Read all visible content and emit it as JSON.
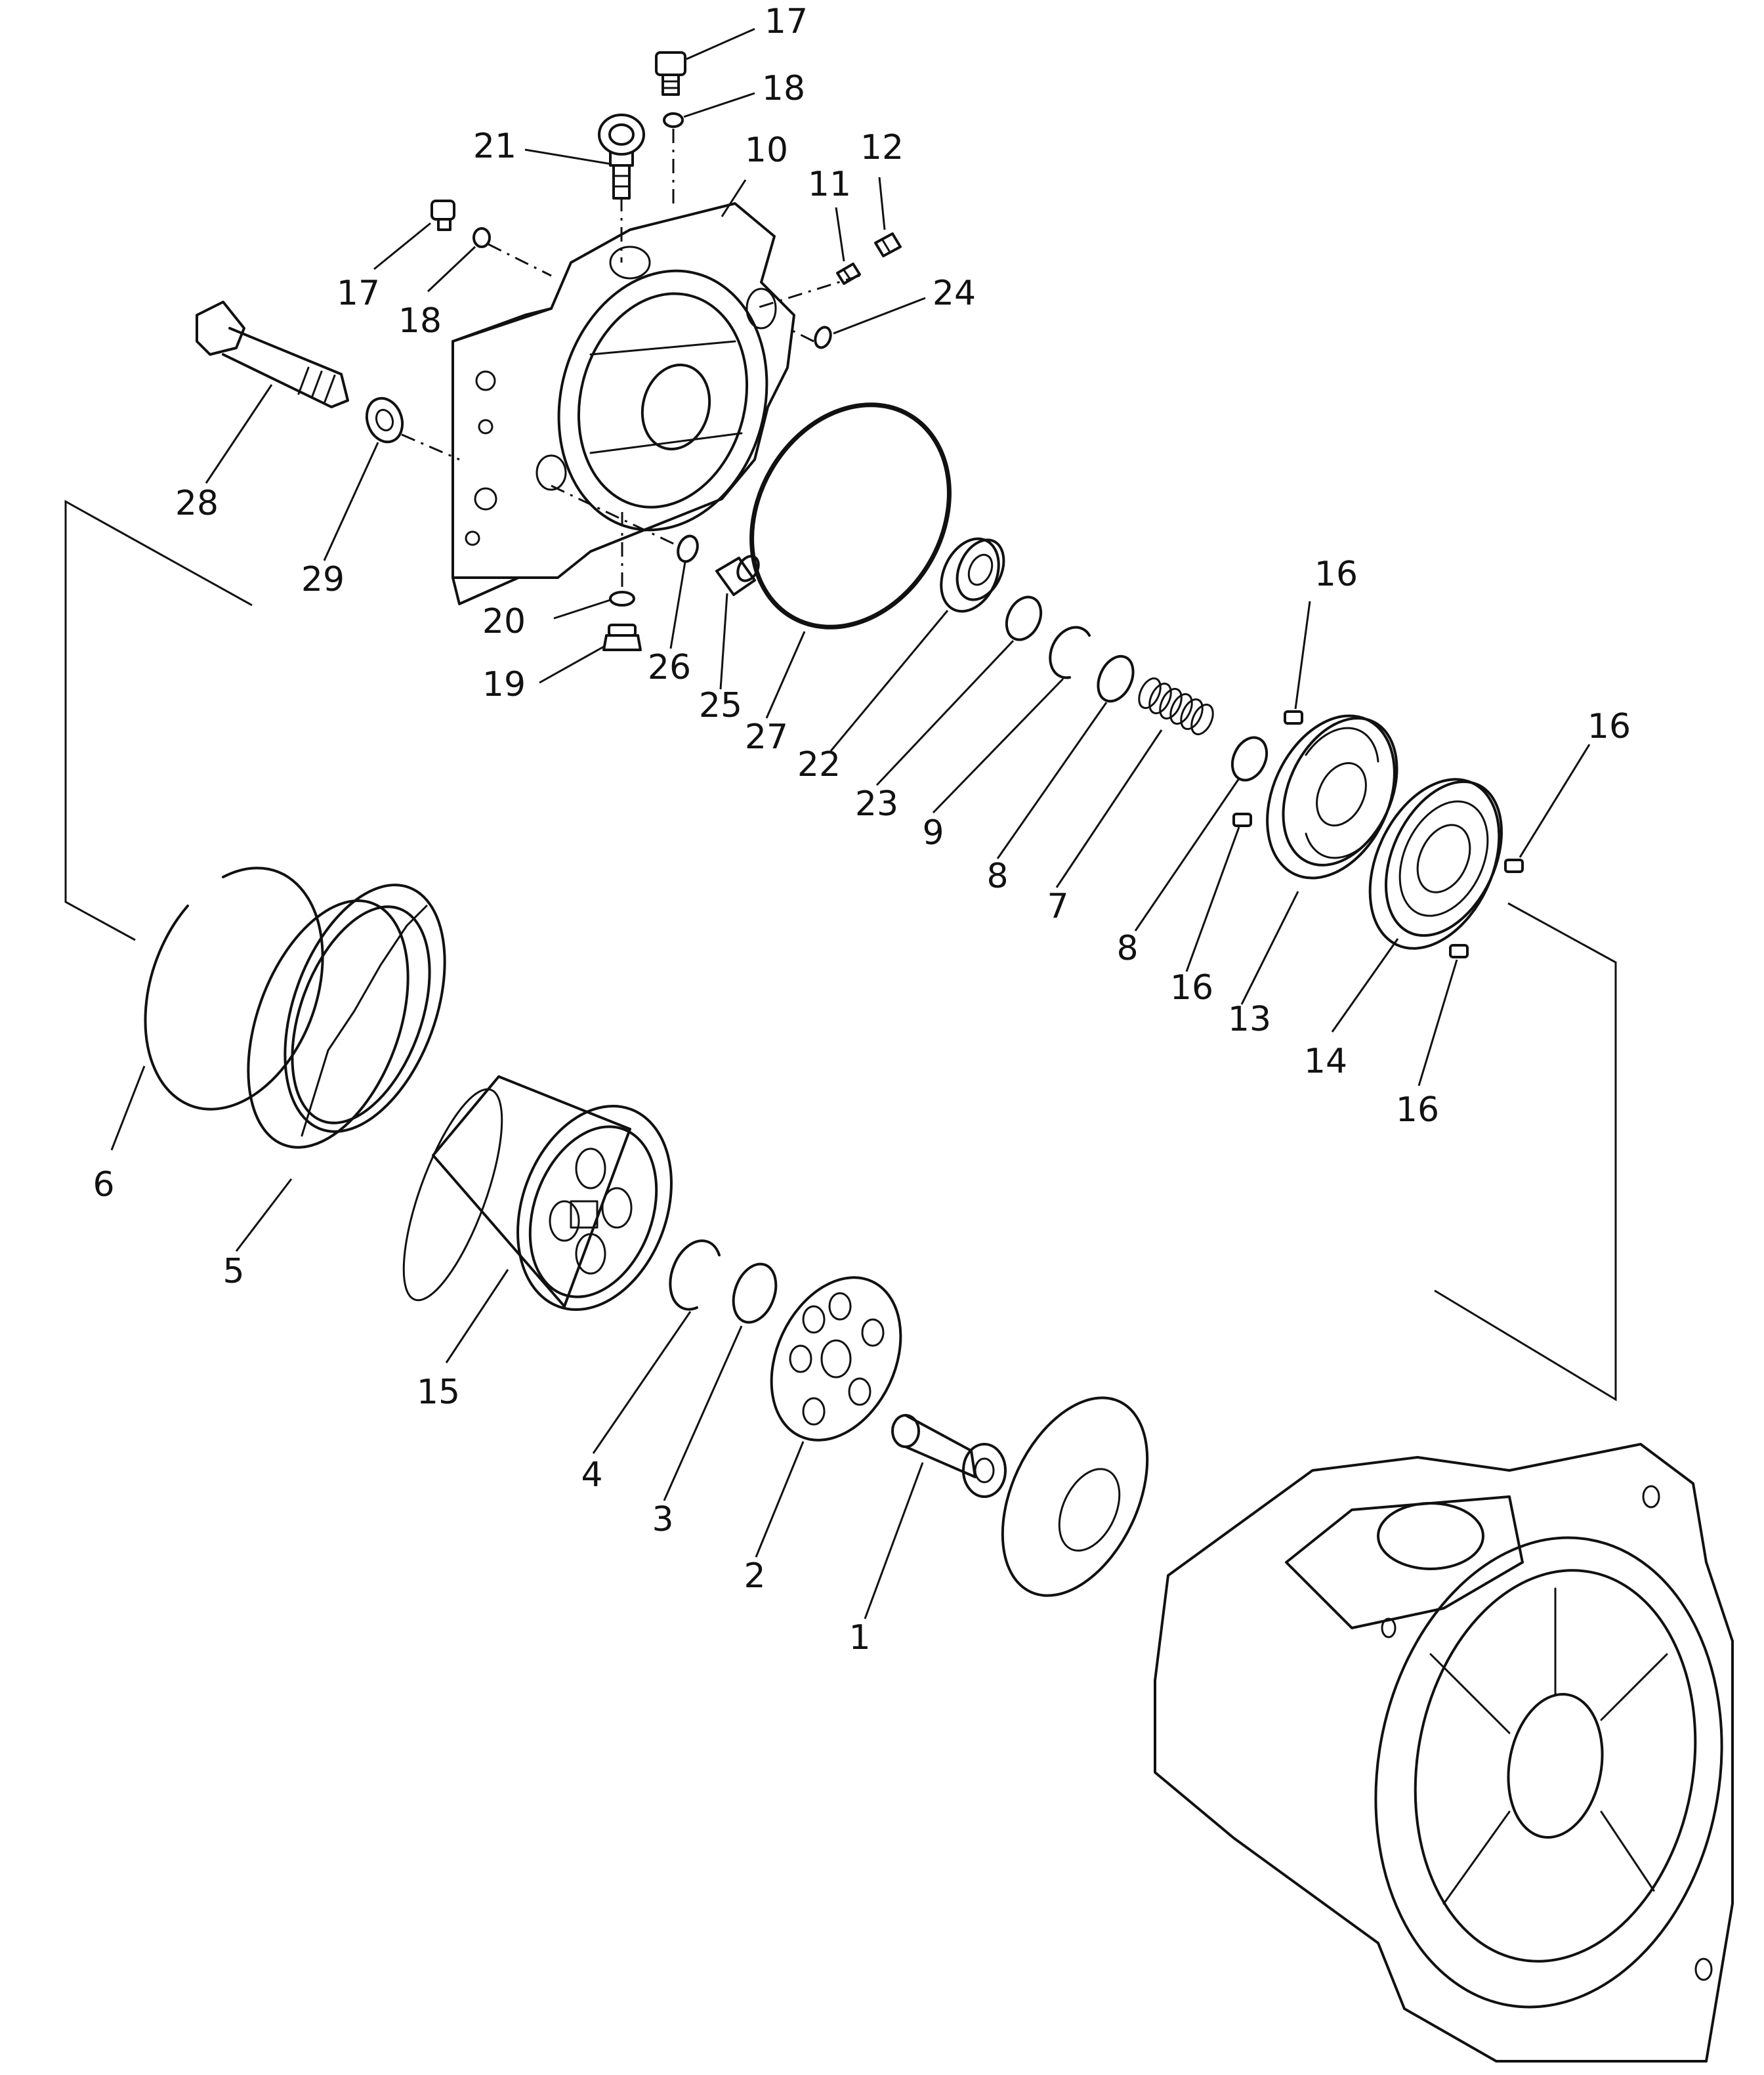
{
  "diagram": {
    "callouts": [
      {
        "label": "17"
      },
      {
        "label": "18"
      },
      {
        "label": "21"
      },
      {
        "label": "10"
      },
      {
        "label": "11"
      },
      {
        "label": "12"
      },
      {
        "label": "17"
      },
      {
        "label": "18"
      },
      {
        "label": "24"
      },
      {
        "label": "28"
      },
      {
        "label": "29"
      },
      {
        "label": "20"
      },
      {
        "label": "19"
      },
      {
        "label": "26"
      },
      {
        "label": "25"
      },
      {
        "label": "27"
      },
      {
        "label": "22"
      },
      {
        "label": "23"
      },
      {
        "label": "9"
      },
      {
        "label": "8"
      },
      {
        "label": "7"
      },
      {
        "label": "16"
      },
      {
        "label": "8"
      },
      {
        "label": "16"
      },
      {
        "label": "13"
      },
      {
        "label": "16"
      },
      {
        "label": "14"
      },
      {
        "label": "16"
      },
      {
        "label": "6"
      },
      {
        "label": "5"
      },
      {
        "label": "15"
      },
      {
        "label": "4"
      },
      {
        "label": "3"
      },
      {
        "label": "2"
      },
      {
        "label": "1"
      }
    ]
  }
}
